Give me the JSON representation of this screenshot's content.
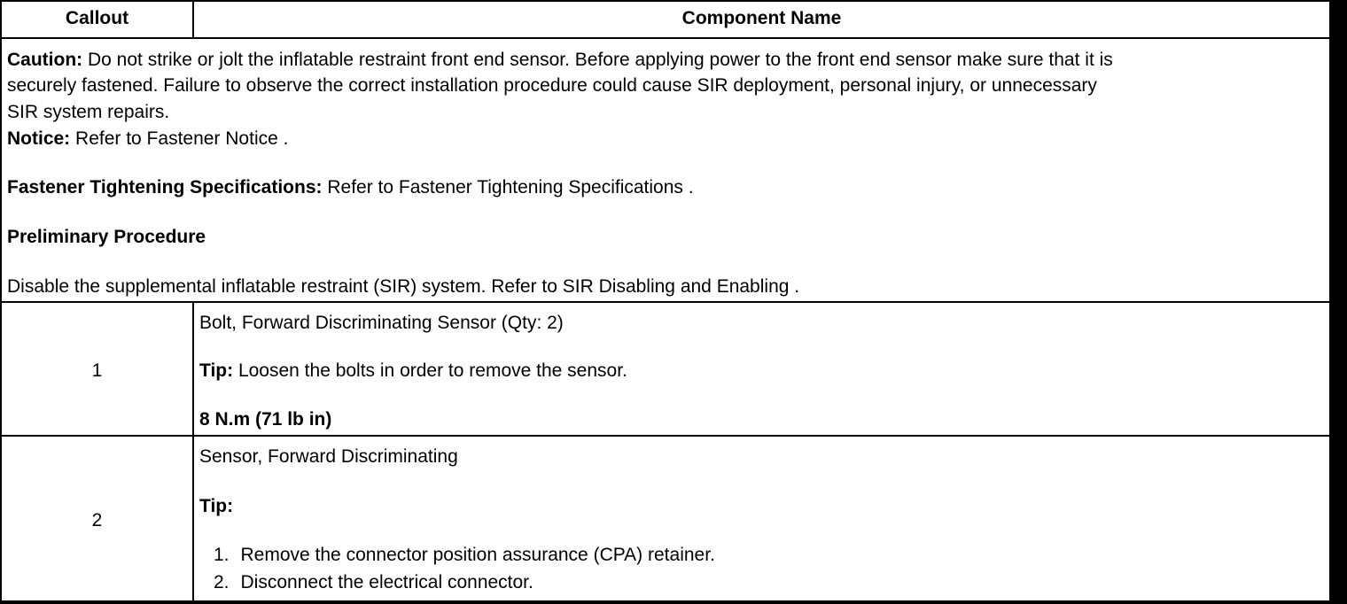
{
  "header": {
    "callout": "Callout",
    "component_name": "Component Name"
  },
  "intro": {
    "caution_label": "Caution:",
    "caution_line1": " Do not strike or jolt the inflatable restraint front end sensor. Before applying power to the front end sensor make sure that it is",
    "caution_line2": "securely fastened. Failure to observe the correct installation procedure could cause SIR deployment, personal injury, or unnecessary",
    "caution_line3": "SIR system repairs.",
    "notice_label": "Notice:",
    "notice_text": " Refer to Fastener Notice .",
    "fastener_label": "Fastener Tightening Specifications:",
    "fastener_text": " Refer to Fastener Tightening Specifications .",
    "preliminary_heading": "Preliminary Procedure",
    "preliminary_text": "Disable the supplemental inflatable restraint (SIR) system. Refer to SIR Disabling and Enabling ."
  },
  "rows": [
    {
      "callout": "1",
      "name": "Bolt, Forward Discriminating Sensor (Qty: 2)",
      "tip_label": "Tip:",
      "tip_text": " Loosen the bolts in order to remove the sensor.",
      "torque": "8 N.m (71 lb in)"
    },
    {
      "callout": "2",
      "name": "Sensor, Forward Discriminating",
      "tip_label": "Tip:",
      "steps": [
        {
          "num": "1.",
          "text": "Remove the connector position assurance (CPA) retainer."
        },
        {
          "num": "2.",
          "text": "Disconnect the electrical connector."
        }
      ]
    }
  ]
}
